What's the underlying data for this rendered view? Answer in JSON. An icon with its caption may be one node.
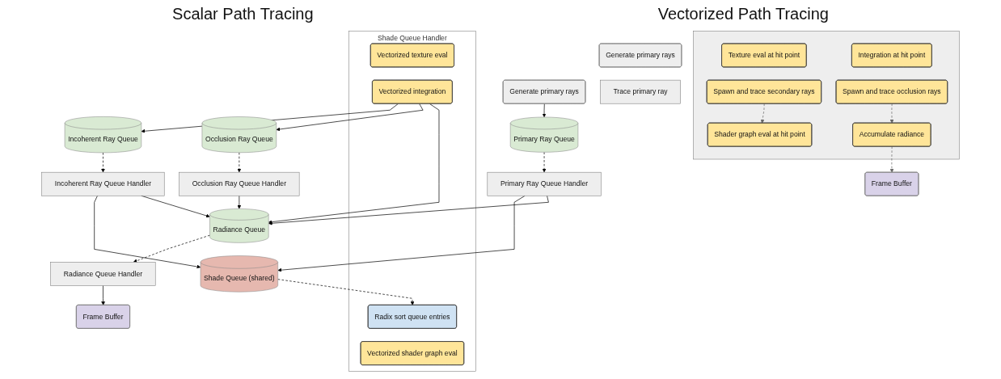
{
  "diagram": {
    "nodes": [
      {
        "text": [
          "Generate primary rays"
        ]
      },
      {
        "text": [
          "Trace primary ray"
        ]
      },
      {
        "text": [],
        "shape": "box"
      },
      {
        "text": [
          "Shader graph eval at hit point"
        ],
        "in": 2
      },
      {
        "text": [
          "Texture eval at hit point"
        ],
        "in": 2
      },
      {
        "text": [
          "Integration at hit point"
        ],
        "in": 2
      },
      {
        "text": [
          "Spawn and trace secondary rays"
        ],
        "in": 2
      },
      {
        "text": [
          "Spawn and trace occlusion rays"
        ],
        "in": 2
      },
      {
        "text": [
          "Accumulate radiance"
        ],
        "in": 2
      },
      {
        "text": [
          "Frame Buffer"
        ]
      },
      {
        "text": [
          "Generate primary rays"
        ]
      },
      {
        "text": [
          "Primary Ray Queue Handler"
        ]
      },
      {
        "text": [
          "Shade Queue Handler"
        ]
      },
      {
        "text": [
          "Radix sort queue entries"
        ],
        "in": 12
      },
      {
        "text": [
          "Vectorized shader graph eval"
        ],
        "in": 12
      },
      {
        "text": [
          "Vectorized texture eval"
        ],
        "in": 12
      },
      {
        "text": [
          "Vectorized integration"
        ],
        "in": 12
      },
      {
        "text": [
          "Incoherent Ray Queue Handler"
        ]
      },
      {
        "text": [
          "Occlusion Ray Queue Handler"
        ]
      },
      {
        "text": [
          "Radiance Queue Handler"
        ]
      },
      {
        "text": [
          "Primary Ray Queue"
        ]
      },
      {
        "text": [
          "Shade Queue (shared)"
        ]
      },
      {
        "text": [
          "Incoherent Ray Queue"
        ]
      },
      {
        "text": [
          "Occlusion Ray Queue"
        ]
      },
      {
        "text": [
          "Radiance Queue"
        ]
      },
      {
        "text": [
          "Frame Buffer"
        ]
      }
    ],
    "edges": [
      {
        "from": 6,
        "to": 3,
        "arrow": "to",
        "style": "dashed",
        "color": "#666666"
      },
      {
        "from": 7,
        "to": 8,
        "arrow": "to",
        "style": "dashed",
        "color": "#666666"
      },
      {
        "from": 8,
        "to": 9,
        "arrow": "to",
        "style": "dashed",
        "color": "#666666"
      },
      {
        "from": 10,
        "to": 20,
        "arrow": "to"
      },
      {
        "from": 20,
        "to": 11,
        "arrow": "to",
        "style": "dashed"
      },
      {
        "from": 11,
        "to": 21,
        "arrow": "to"
      },
      {
        "from": 11,
        "to": 24,
        "arrow": "to"
      },
      {
        "from": 21,
        "to": 13,
        "arrow": "to",
        "style": "dashed"
      },
      {
        "from": 17,
        "to": 21,
        "arrow": "to"
      },
      {
        "from": 16,
        "to": 22,
        "arrow": "to"
      },
      {
        "from": 16,
        "to": 23,
        "arrow": "to"
      },
      {
        "from": 16,
        "to": 24,
        "arrow": "to"
      },
      {
        "from": 22,
        "to": 17,
        "arrow": "to",
        "style": "dashed"
      },
      {
        "from": 17,
        "to": 24,
        "arrow": "to"
      },
      {
        "from": 23,
        "to": 18,
        "arrow": "to",
        "style": "dashed"
      },
      {
        "from": 18,
        "to": 24,
        "arrow": "to"
      },
      {
        "from": 24,
        "to": 19,
        "arrow": "to",
        "style": "dashed"
      },
      {
        "from": 19,
        "to": 25,
        "arrow": "to"
      }
    ],
    "labels": [
      "Scalar Path Tracing",
      "Vectorized Path Tracing"
    ]
  }
}
